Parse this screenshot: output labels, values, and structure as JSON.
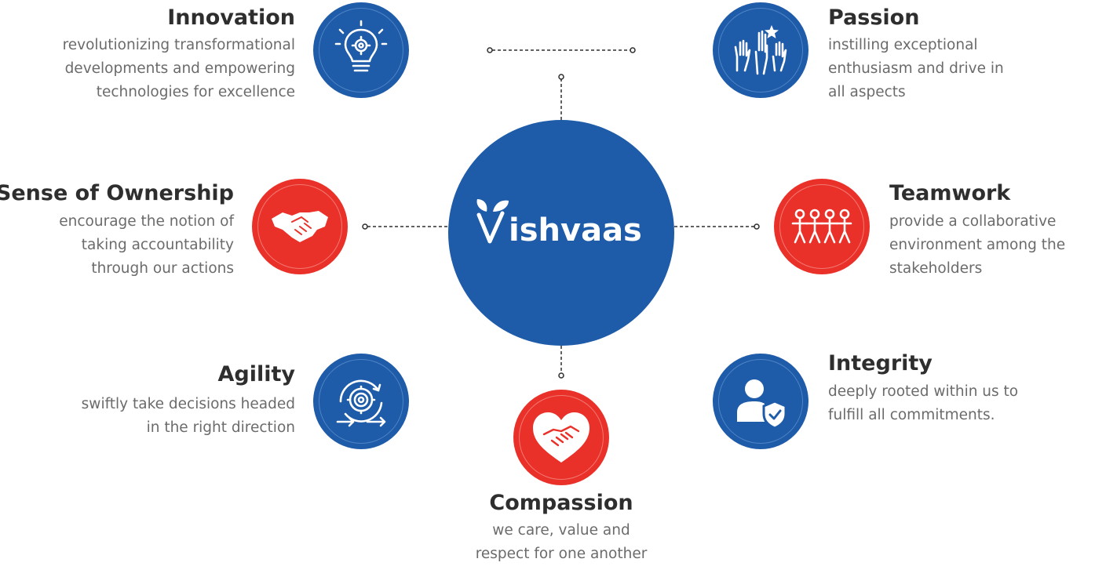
{
  "brand": {
    "name": "ishvaas",
    "primary_color": "#1e5ba8",
    "accent_color": "#ea3129"
  },
  "values": {
    "innovation": {
      "title": "Innovation",
      "lines": [
        "revolutionizing transformational",
        "developments and empowering",
        "technologies for excellence"
      ],
      "icon": "lightbulb-gear-icon",
      "color": "blue"
    },
    "passion": {
      "title": "Passion",
      "lines": [
        "instilling exceptional",
        "enthusiasm and drive in",
        "all aspects"
      ],
      "icon": "raised-hands-star-icon",
      "color": "blue"
    },
    "ownership": {
      "title": "Sense of Ownership",
      "lines": [
        "encourage the notion of",
        "taking accountability",
        "through our actions"
      ],
      "icon": "handshake-icon",
      "color": "red"
    },
    "teamwork": {
      "title": "Teamwork",
      "lines": [
        "provide a collaborative",
        "environment among the",
        "stakeholders"
      ],
      "icon": "people-chain-icon",
      "color": "red"
    },
    "agility": {
      "title": "Agility",
      "lines": [
        "swiftly take decisions headed",
        "in the right direction"
      ],
      "icon": "gear-cycle-icon",
      "color": "blue"
    },
    "compassion": {
      "title": "Compassion",
      "lines": [
        "we care, value and",
        "respect for one another"
      ],
      "icon": "heart-handshake-icon",
      "color": "red"
    },
    "integrity": {
      "title": "Integrity",
      "lines": [
        "deeply rooted within us to",
        "fulfill all commitments."
      ],
      "icon": "person-shield-icon",
      "color": "blue"
    }
  }
}
